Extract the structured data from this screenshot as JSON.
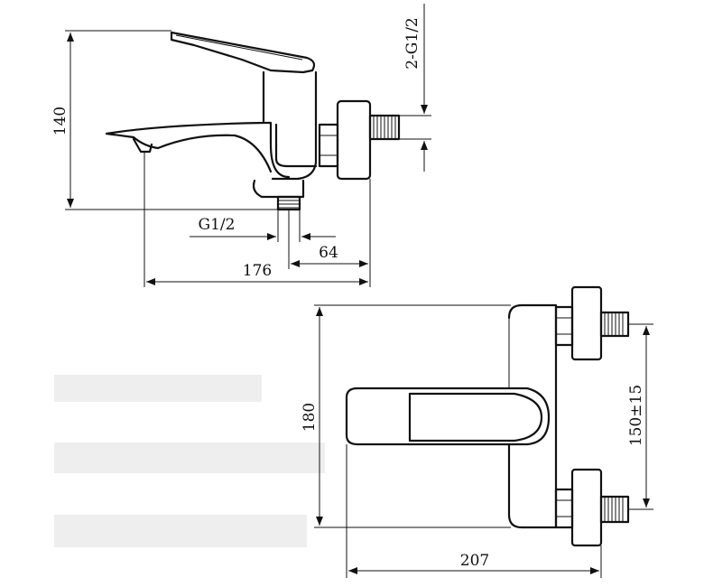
{
  "side_view": {
    "dim_height": "140",
    "dim_inlet_thread": "2-G1/2",
    "dim_outlet_thread": "G1/2",
    "dim_outlet_offset": "64",
    "dim_depth": "176"
  },
  "top_view": {
    "dim_depth": "180",
    "dim_centers": "150±15",
    "dim_width": "207"
  }
}
